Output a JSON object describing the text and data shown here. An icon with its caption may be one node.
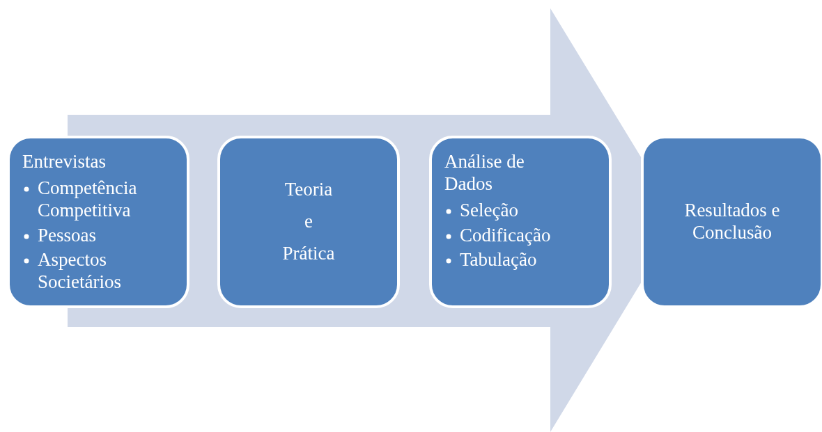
{
  "diagram": {
    "nodes": [
      {
        "text": [
          "Entrevistas",
          "Competência Competitiva",
          "Pessoas",
          "Aspectos Societários"
        ]
      },
      {
        "text": [
          "Teoria",
          "e",
          "Prática"
        ]
      },
      {
        "text": [
          "Análise de Dados",
          "Seleção",
          "Codificação",
          "Tabulação"
        ]
      },
      {
        "text": [
          "Resultados e Conclusão"
        ]
      }
    ],
    "edges": [
      {
        "from": 0,
        "to": 3,
        "arrow": "to"
      }
    ]
  }
}
